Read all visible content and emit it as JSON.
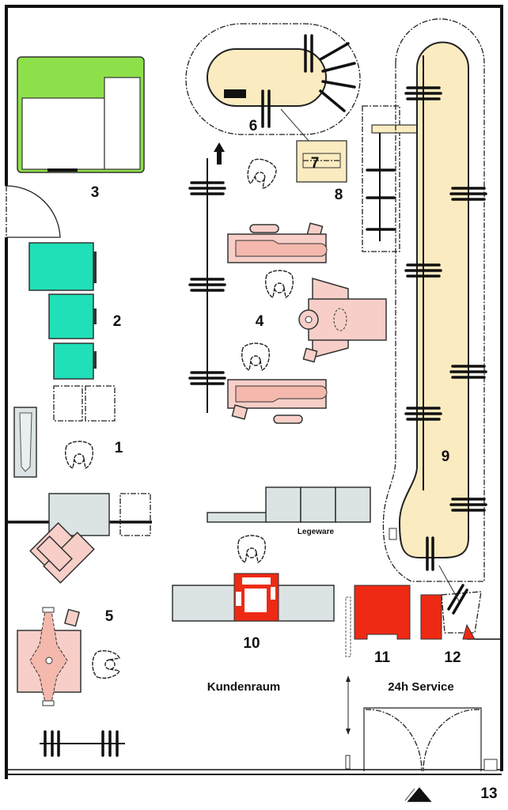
{
  "areas": {
    "a1": "1",
    "a2": "2",
    "a3": "3",
    "a4": "4",
    "a5": "5",
    "a6": "6",
    "a7": "7",
    "a8": "8",
    "a9": "9",
    "a10": "10",
    "a11": "11",
    "a12": "12",
    "a13": "13"
  },
  "rooms": {
    "customer_room": "Kundenraum",
    "service_24h": "24h Service",
    "flat_goods": "Legeware"
  },
  "colors": {
    "green": "#8ee04a",
    "teal": "#1fe0b8",
    "yellow": "#fbebc0",
    "pink": "#f7cfc8",
    "grey": "#dbe3e4",
    "red": "#ee2a14"
  }
}
